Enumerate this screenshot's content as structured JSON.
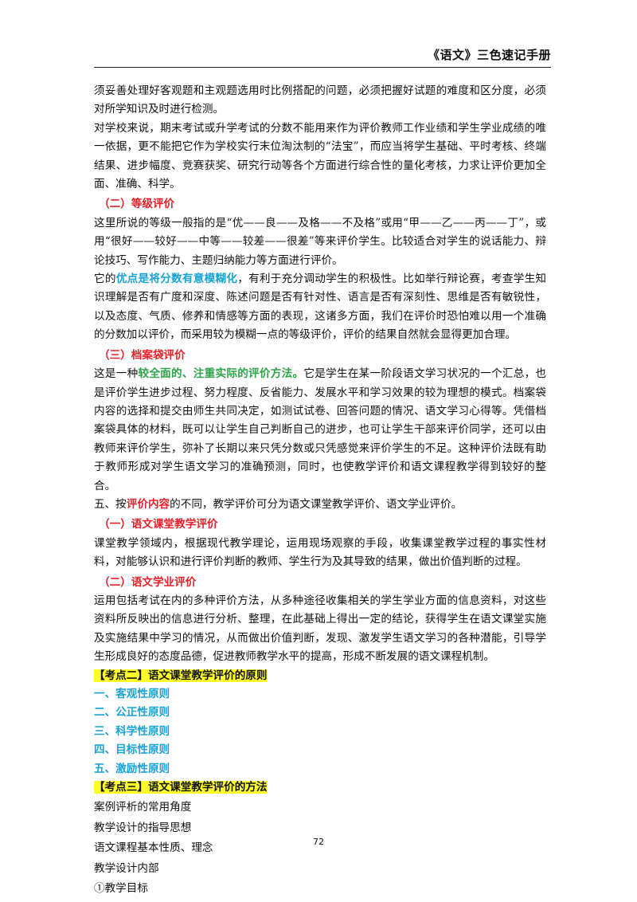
{
  "header": {
    "title": "《语文》三色速记手册"
  },
  "p1": "须妥善处理好客观题和主观题选用时比例搭配的问题，必须把握好试题的难度和区分度，必须对所学知识及时进行检测。",
  "p2": "对学校来说，期末考试或升学考试的分数不能用来作为评价教师工作业绩和学生学业成绩的唯一依据，更不能把它作为学校实行末位淘汰制的“法宝”，而应当将学生基础、平时考核、终端结果、进步幅度、竞赛获奖、研究行动等各个方面进行综合性的量化考核，力求让评价更加全面、准确、科学。",
  "h_grade": "（二）等级评价",
  "p3": "这里所说的等级一般指的是“优——良——及格——不及格”或用“甲——乙——丙——丁”，或用“很好——较好——中等——较差——很差”等来评价学生。比较适合对学生的说话能力、辩论技巧、写作能力、主题归纳能力等方面进行评价。",
  "p4": {
    "pre": "它的",
    "highlight": "优点是将分数有意模糊化",
    "post": "，有利于充分调动学生的积极性。比如举行辩论赛，考查学生知识理解是否有广度和深度、陈述问题是否有针对性、语言是否有深刻性、思维是否有敏锐性，以及态度、气质、修养和情感等方面的表现，这诸多方面，我们在评价时恐怕难以用一个准确的分数加以评价，而采用较为模糊一点的等级评价，评价的结果自然就会显得更加合理。"
  },
  "h_portfolio": "（三）档案袋评价",
  "p5": {
    "pre": "这是一种",
    "highlight": "较全面的、注重实际的评价方法。",
    "post": "它是学生在某一阶段语文学习状况的一个汇总，也是评价学生进步过程、努力程度、反省能力、发展水平和学习效果的较为理想的模式。档案袋内容的选择和提交由师生共同决定，如测试试卷、回答问题的情况、语文学习心得等。凭借档案袋具体的材料，既可以让学生自己判断自己的进步，也可让学生干部来评价同学，还可以由教师来评价学生，弥补了长期以来只凭分数或只凭感觉来评价学生的不足。这种评价法既有助于教师形成对学生语文学习的准确预测，同时，也使教学评价和语文课程教学得到较好的整合。"
  },
  "p6": {
    "pre": "五、按",
    "highlight": "评价内容",
    "post": "的不同，教学评价可分为语文课堂教学评价、语文学业评价。"
  },
  "h_class": "（一）语文课堂教学评价",
  "p7": "课堂教学领域内，根据现代教学理论，运用现场观察的手段，收集课堂教学过程的事实性材料，对能够认识和进行评价判断的教师、学生行为及其导致的结果，做出价值判断的过程。",
  "h_academic": "（二）语文学业评价",
  "p8": "运用包括考试在内的多种评价方法，从多种途径收集相关的学生学业方面的信息资料，对这些资料所反映出的信息进行分析、整理，在此基础上得出一定的结论，获得学生在语文课堂实施及实施结果中学习的情况，从而做出价值判断，发现、激发学生语文学习的各种潜能，引导学生形成良好的态度品德，促进教师教学水平的提高，形成不断发展的语文课程机制。",
  "kp2": "【考点二】语文课堂教学评价的原则",
  "principles": [
    "一、客观性原则",
    "二、公正性原则",
    "三、科学性原则",
    "四、目标性原则",
    "五、激励性原则"
  ],
  "kp3": "【考点三】语文课堂教学评价的方法",
  "items": [
    "案例评析的常用角度",
    "教学设计的指导思想",
    "语文课程基本性质、理念",
    "教学设计内部",
    "①教学目标"
  ],
  "page_number": "72"
}
